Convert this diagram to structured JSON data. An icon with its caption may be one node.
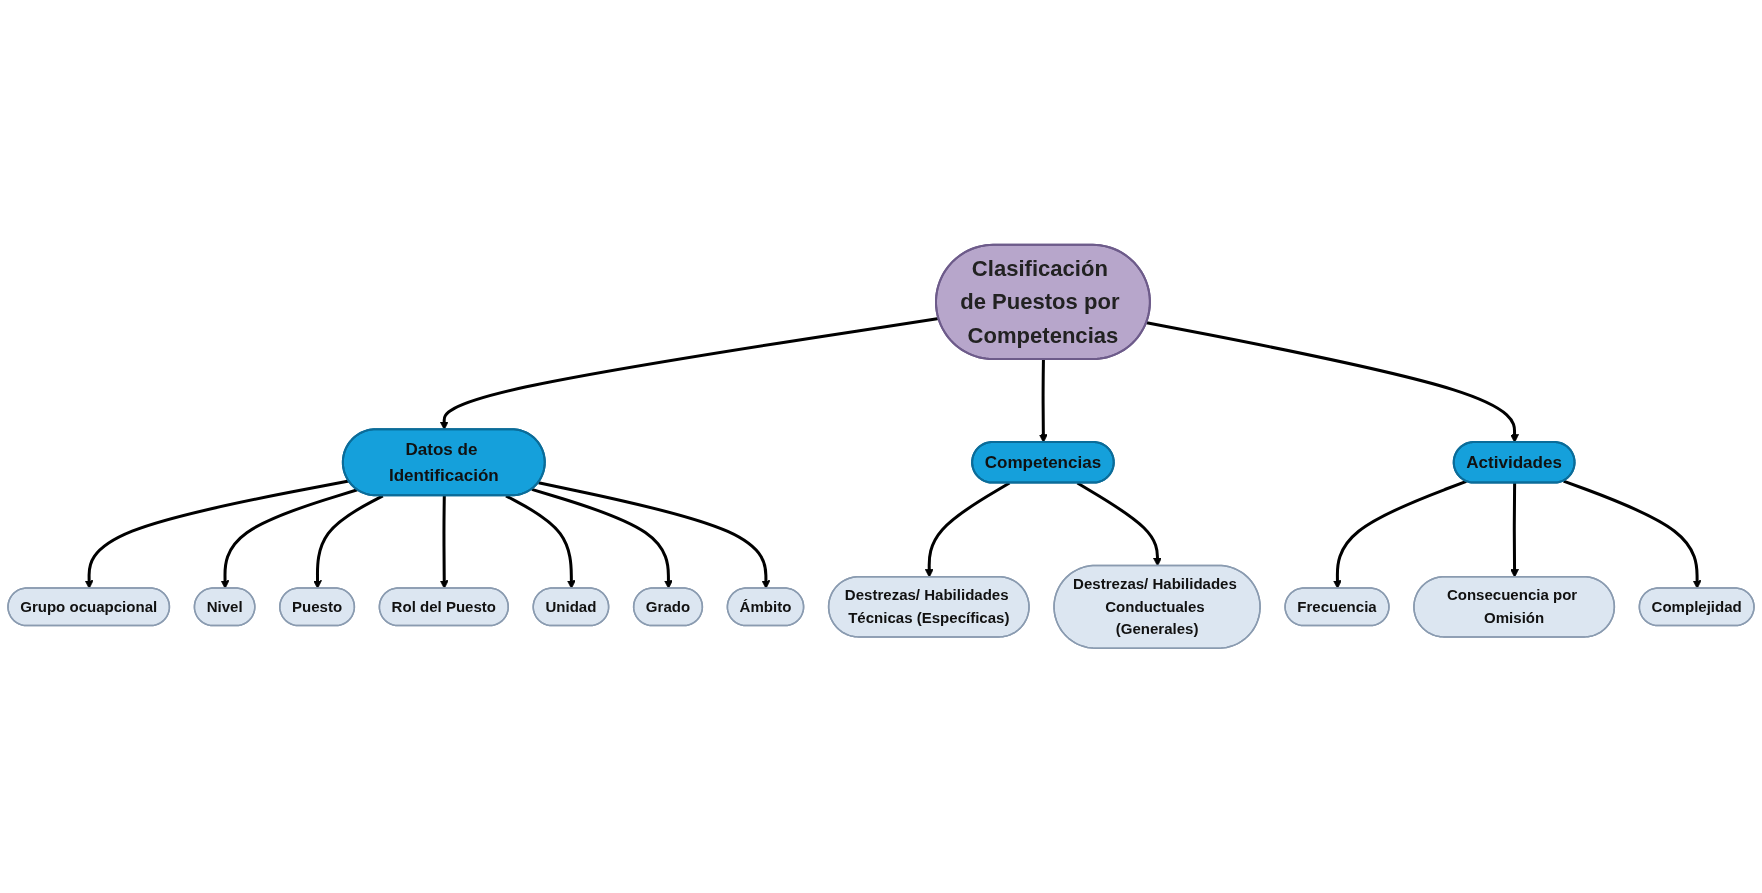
{
  "diagram": {
    "nodes": [
      {
        "text": [
          "Clasificación de Puestos por Competencias"
        ]
      },
      {
        "text": [
          "Datos de Identificación"
        ]
      },
      {
        "text": [
          "Competencias"
        ]
      },
      {
        "text": [
          "Actividades"
        ]
      },
      {
        "text": [
          "Grupo ocuapcional"
        ]
      },
      {
        "text": [
          "Nivel"
        ]
      },
      {
        "text": [
          "Puesto"
        ]
      },
      {
        "text": [
          "Rol del Puesto"
        ]
      },
      {
        "text": [
          "Unidad"
        ]
      },
      {
        "text": [
          "Grado"
        ]
      },
      {
        "text": [
          "Ámbito"
        ]
      },
      {
        "text": [
          "Destrezas/ Habilidades Técnicas (Específicas)"
        ]
      },
      {
        "text": [
          "Destrezas/ Habilidades Conductuales (Generales)"
        ]
      },
      {
        "text": [
          "Frecuencia"
        ]
      },
      {
        "text": [
          "Consecuencia por Omisión"
        ]
      },
      {
        "text": [
          "Complejidad"
        ]
      }
    ],
    "edges": [
      {
        "from": 0,
        "to": 1,
        "arrow": "to"
      },
      {
        "from": 0,
        "to": 2,
        "arrow": "to"
      },
      {
        "from": 0,
        "to": 3,
        "arrow": "to"
      },
      {
        "from": 1,
        "to": 4,
        "arrow": "to"
      },
      {
        "from": 1,
        "to": 5,
        "arrow": "to"
      },
      {
        "from": 1,
        "to": 6,
        "arrow": "to"
      },
      {
        "from": 1,
        "to": 7,
        "arrow": "to"
      },
      {
        "from": 1,
        "to": 8,
        "arrow": "to"
      },
      {
        "from": 1,
        "to": 9,
        "arrow": "to"
      },
      {
        "from": 1,
        "to": 10,
        "arrow": "to"
      },
      {
        "from": 2,
        "to": 11,
        "arrow": "to"
      },
      {
        "from": 2,
        "to": 12,
        "arrow": "to"
      },
      {
        "from": 3,
        "to": 13,
        "arrow": "to"
      },
      {
        "from": 3,
        "to": 14,
        "arrow": "to"
      },
      {
        "from": 3,
        "to": 15,
        "arrow": "to"
      }
    ]
  }
}
